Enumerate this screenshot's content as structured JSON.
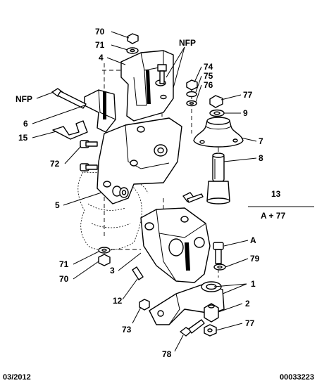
{
  "callouts": {
    "c70a": "70",
    "c71a": "71",
    "c4": "4",
    "nfp_top": "NFP",
    "c74": "74",
    "c75": "75",
    "c76": "76",
    "c77a": "77",
    "c9": "9",
    "c7": "7",
    "nfp_left": "NFP",
    "c6": "6",
    "c15": "15",
    "c72": "72",
    "c8": "8",
    "c13": "13",
    "c13_sub": "A + 77",
    "c5": "5",
    "cA": "A",
    "c79": "79",
    "c71b": "71",
    "c70b": "70",
    "c3": "3",
    "c1": "1",
    "c12": "12",
    "c2": "2",
    "c73": "73",
    "c77b": "77",
    "c78": "78"
  },
  "footer": {
    "date": "03/2012",
    "ref": "00033223"
  }
}
